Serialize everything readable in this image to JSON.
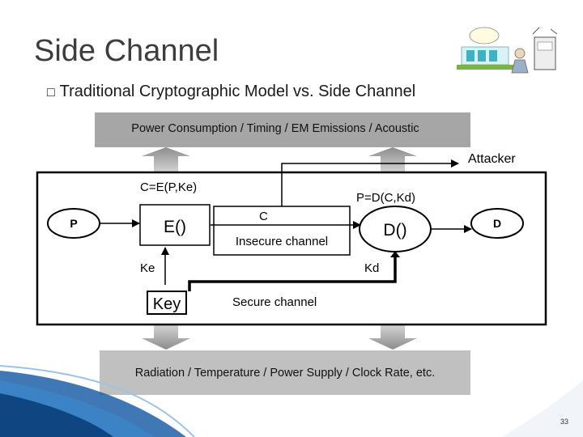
{
  "slide": {
    "title": "Side Channel",
    "bullet_marker": "□",
    "bullet": "Traditional Cryptographic Model vs. Side Channel",
    "page_number": "33"
  },
  "diagram": {
    "top_banner": "Power Consumption / Timing / EM Emissions / Acoustic",
    "bottom_banner": "Radiation / Temperature / Power Supply / Clock Rate, etc.",
    "attacker": "Attacker",
    "plaintext_node": "P",
    "encrypt_box": "E()",
    "decrypt_box": "D()",
    "output_node": "D",
    "key_box": "Key",
    "enc_formula": "C=E(P,Ke)",
    "dec_formula": "P=D(C,Kd)",
    "ciphertext": "C",
    "insecure_channel": "Insecure channel",
    "secure_channel": "Secure channel",
    "enc_key": "Ke",
    "dec_key": "Kd"
  },
  "colors": {
    "banner_top": "#a6a6a6",
    "banner_bottom": "#c0c0c0",
    "arrow_gray": "#9a9a9a",
    "title_text": "#3d3d3d",
    "corner_blue": "#1f5fa8"
  }
}
